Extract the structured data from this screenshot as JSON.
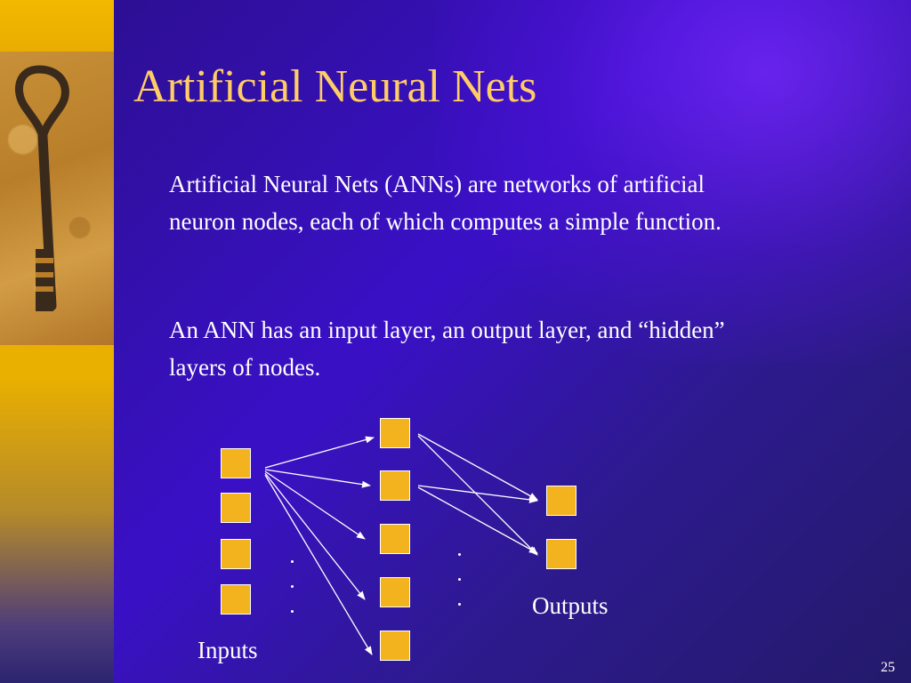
{
  "slide": {
    "title": "Artificial Neural Nets",
    "paragraphs": [
      "Artificial Neural Nets (ANNs) are networks of artificial neuron nodes, each of which computes a simple function.",
      "An ANN has an input layer, an output layer, and “hidden” layers of nodes."
    ],
    "page_number": "25"
  },
  "diagram": {
    "input_label": "Inputs",
    "output_label": "Outputs",
    "input_node_count": 4,
    "hidden_node_count": 5,
    "output_node_count": 2,
    "node_color": "#f3b31f",
    "edge_color": "#ffffff"
  },
  "theme": {
    "title_color": "#ffcc66",
    "text_color": "#ffffff",
    "background_color": "#3a10c6",
    "sidebar_color": "#f0b400"
  }
}
